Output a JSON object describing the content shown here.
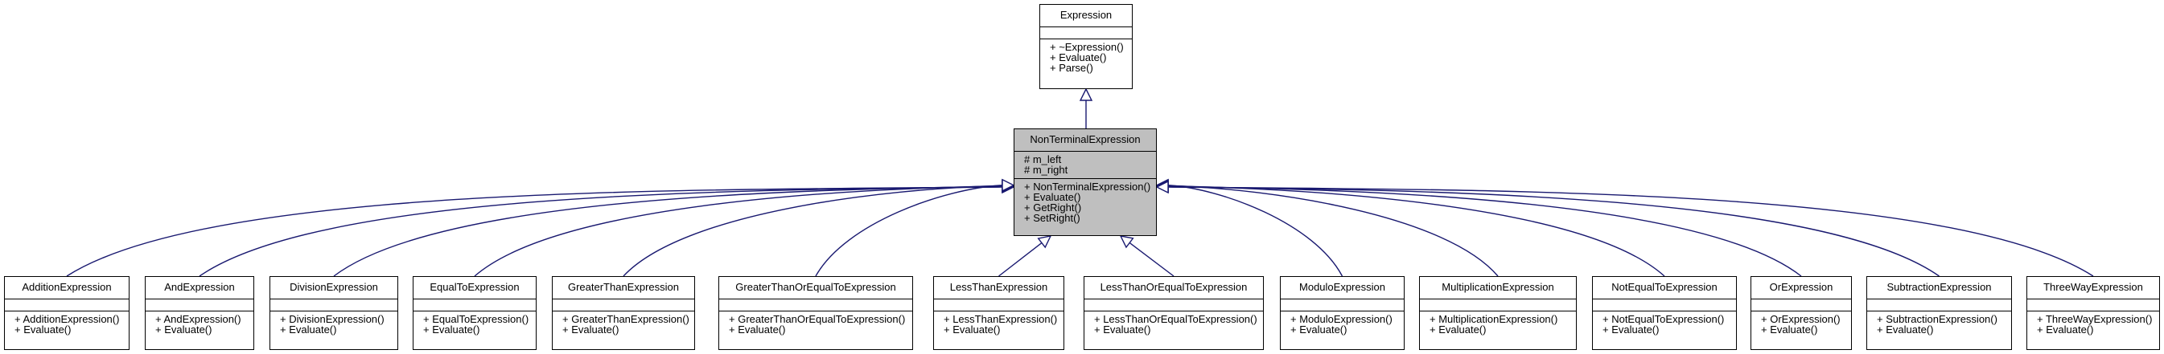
{
  "colors": {
    "edge": "#191970",
    "border": "#000000",
    "highlight_fill": "#bfbfbf",
    "fill": "#ffffff"
  },
  "root": {
    "name": "Expression",
    "attributes": [],
    "operations": [
      "+ ~Expression()",
      "+ Evaluate()",
      "+ Parse()"
    ]
  },
  "focus": {
    "name": "NonTerminalExpression",
    "attributes": [
      "# m_left",
      "# m_right"
    ],
    "operations": [
      "+ NonTerminalExpression()",
      "+ Evaluate()",
      "+ GetRight()",
      "+ SetRight()"
    ]
  },
  "children": [
    {
      "name": "AdditionExpression",
      "operations": [
        "+ AdditionExpression()",
        "+ Evaluate()"
      ]
    },
    {
      "name": "AndExpression",
      "operations": [
        "+ AndExpression()",
        "+ Evaluate()"
      ]
    },
    {
      "name": "DivisionExpression",
      "operations": [
        "+ DivisionExpression()",
        "+ Evaluate()"
      ]
    },
    {
      "name": "EqualToExpression",
      "operations": [
        "+ EqualToExpression()",
        "+ Evaluate()"
      ]
    },
    {
      "name": "GreaterThanExpression",
      "operations": [
        "+ GreaterThanExpression()",
        "+ Evaluate()"
      ]
    },
    {
      "name": "GreaterThanOrEqualToExpression",
      "operations": [
        "+ GreaterThanOrEqualToExpression()",
        "+ Evaluate()"
      ]
    },
    {
      "name": "LessThanExpression",
      "operations": [
        "+ LessThanExpression()",
        "+ Evaluate()"
      ]
    },
    {
      "name": "LessThanOrEqualToExpression",
      "operations": [
        "+ LessThanOrEqualToExpression()",
        "+ Evaluate()"
      ]
    },
    {
      "name": "ModuloExpression",
      "operations": [
        "+ ModuloExpression()",
        "+ Evaluate()"
      ]
    },
    {
      "name": "MultiplicationExpression",
      "operations": [
        "+ MultiplicationExpression()",
        "+ Evaluate()"
      ]
    },
    {
      "name": "NotEqualToExpression",
      "operations": [
        "+ NotEqualToExpression()",
        "+ Evaluate()"
      ]
    },
    {
      "name": "OrExpression",
      "operations": [
        "+ OrExpression()",
        "+ Evaluate()"
      ]
    },
    {
      "name": "SubtractionExpression",
      "operations": [
        "+ SubtractionExpression()",
        "+ Evaluate()"
      ]
    },
    {
      "name": "ThreeWayExpression",
      "operations": [
        "+ ThreeWayExpression()",
        "+ Evaluate()"
      ]
    }
  ]
}
